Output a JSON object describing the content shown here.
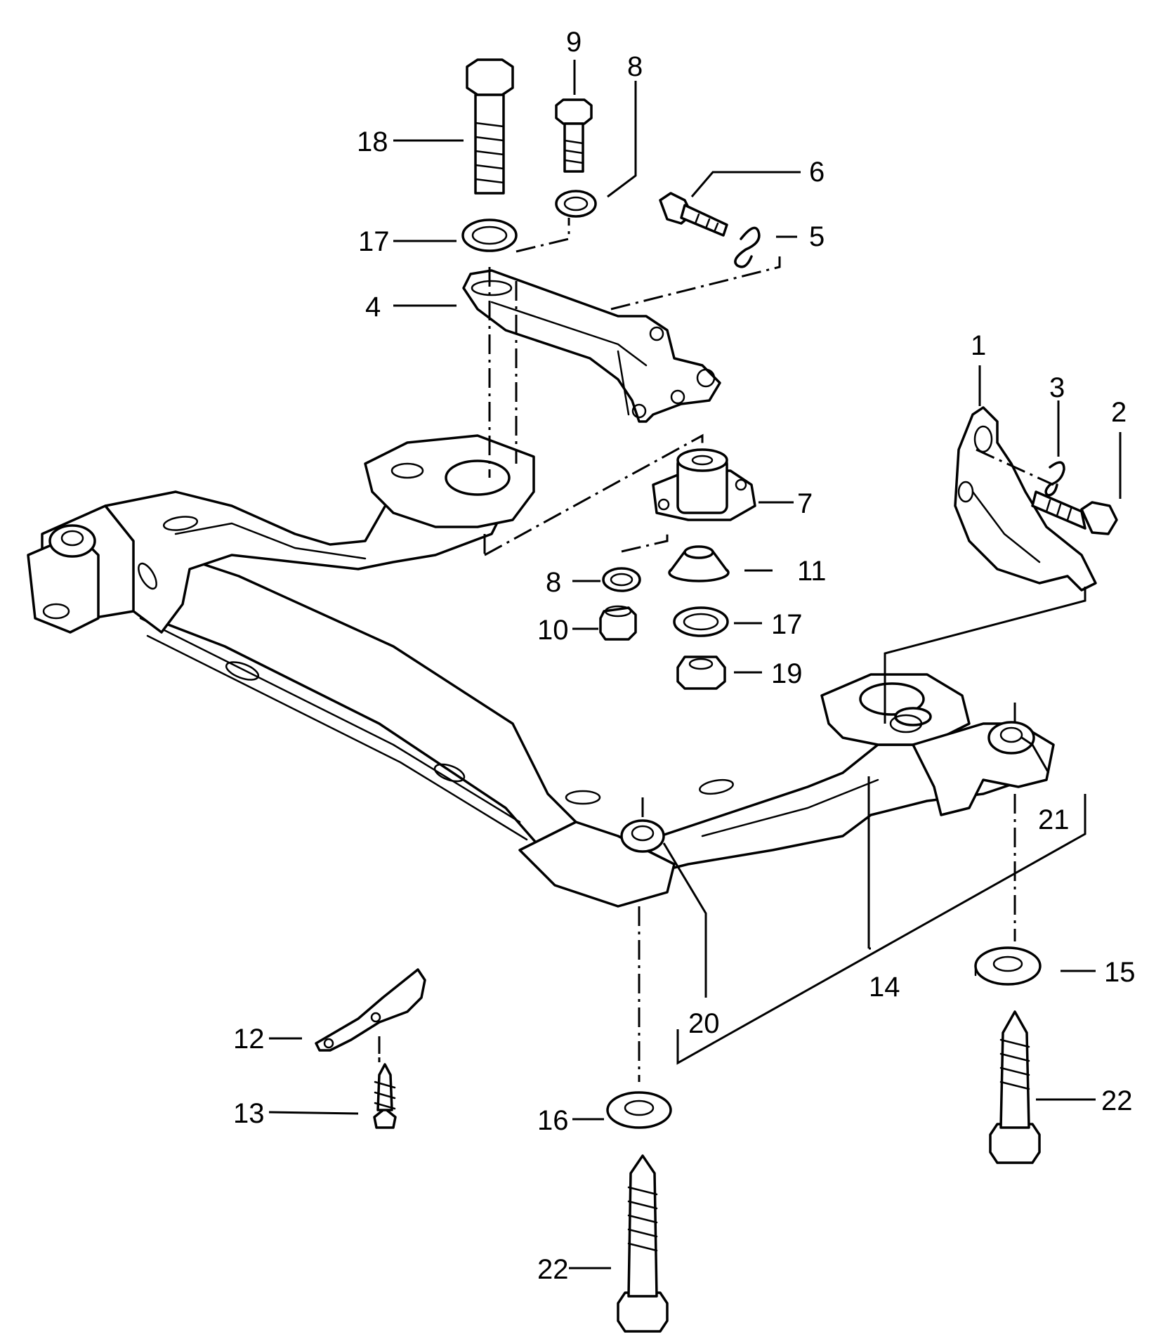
{
  "callouts": {
    "c1": "1",
    "c2": "2",
    "c3": "3",
    "c4": "4",
    "c5": "5",
    "c6": "6",
    "c7": "7",
    "c8a": "8",
    "c8b": "8",
    "c9": "9",
    "c10": "10",
    "c11": "11",
    "c12": "12",
    "c13": "13",
    "c14": "14",
    "c15": "15",
    "c16": "16",
    "c17a": "17",
    "c17b": "17",
    "c18": "18",
    "c19": "19",
    "c20": "20",
    "c21": "21",
    "c22a": "22",
    "c22b": "22"
  }
}
